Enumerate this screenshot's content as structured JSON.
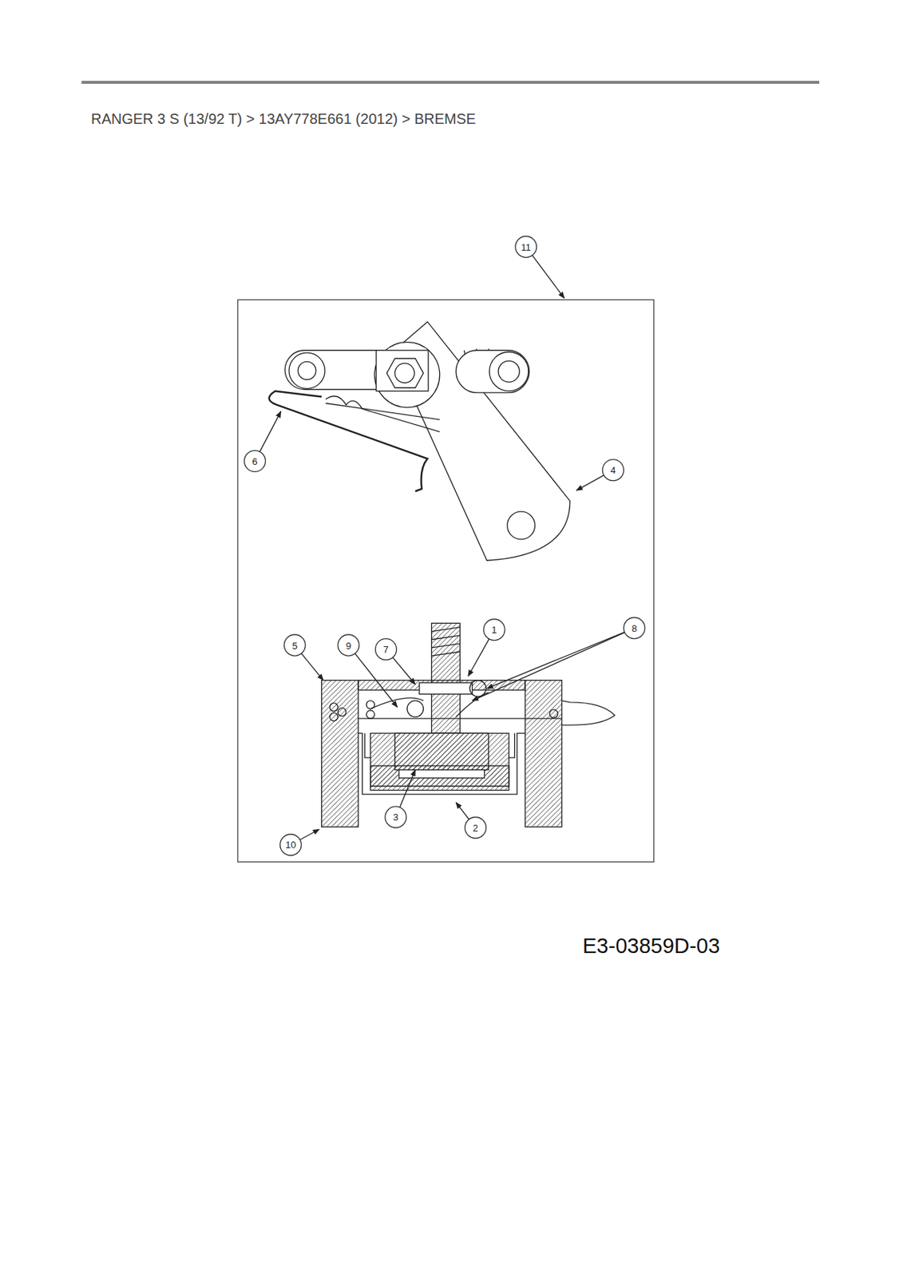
{
  "diagram": {
    "title": "RANGER 3 S (13/92 T)  >  13AY778E661 (2012)  >  BREMSE",
    "labels": [
      "11",
      "6",
      "4",
      "5",
      "9",
      "7",
      "1",
      "8",
      "3",
      "2",
      "10",
      "E3-03859D-03"
    ]
  }
}
